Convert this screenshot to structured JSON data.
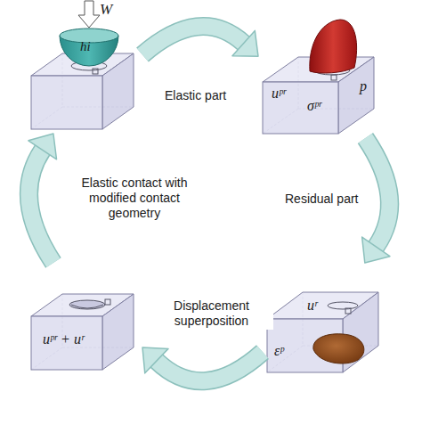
{
  "diagram": {
    "nodes": [
      {
        "text": [
          "W",
          "hi"
        ]
      },
      {
        "text": [
          "uᵖʳ",
          "p",
          "σᵖʳ"
        ]
      },
      {
        "text": [
          "uʳ",
          "εᵖ"
        ]
      },
      {
        "text": [
          "uᵖʳ + uʳ"
        ]
      }
    ],
    "edges": [
      {
        "from": 0,
        "to": 1,
        "arrow": "to",
        "label": "Elastic part"
      },
      {
        "from": 1,
        "to": 2,
        "arrow": "to",
        "label": "Residual part"
      },
      {
        "from": 2,
        "to": 3,
        "arrow": "to",
        "label": "Displacement superposition"
      },
      {
        "from": 3,
        "to": 0,
        "arrow": "to",
        "label": "Elastic contact with modified contact geometry"
      }
    ]
  }
}
